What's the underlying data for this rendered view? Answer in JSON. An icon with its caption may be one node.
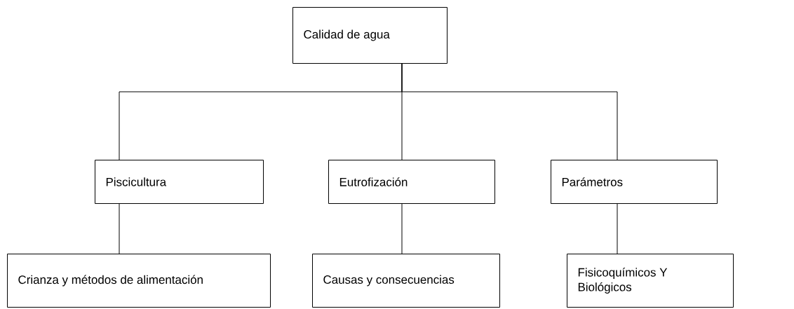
{
  "diagram": {
    "nodes": [
      {
        "text": [
          "Calidad de agua"
        ]
      },
      {
        "text": [
          "Piscicultura"
        ]
      },
      {
        "text": [
          "Eutrofización"
        ]
      },
      {
        "text": [
          "Parámetros"
        ]
      },
      {
        "text": [
          "Crianza y métodos de alimentación"
        ]
      },
      {
        "text": [
          "Causas y consecuencias"
        ]
      },
      {
        "text": [
          "Fisicoquímicos Y Biológicos"
        ]
      }
    ],
    "edges": [
      {
        "from": 0,
        "to": 1,
        "arrow": "none"
      },
      {
        "from": 0,
        "to": 2,
        "arrow": "none"
      },
      {
        "from": 0,
        "to": 3,
        "arrow": "none"
      },
      {
        "from": 1,
        "to": 4,
        "arrow": "none"
      },
      {
        "from": 2,
        "to": 5,
        "arrow": "none"
      },
      {
        "from": 3,
        "to": 6,
        "arrow": "none"
      }
    ]
  }
}
